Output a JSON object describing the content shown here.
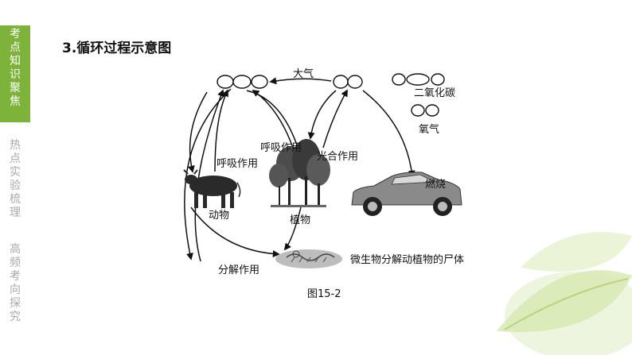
{
  "nav": {
    "item1": [
      "考",
      "点",
      "知",
      "识",
      "聚",
      "焦"
    ],
    "item2": [
      "热",
      "点",
      "实",
      "验",
      "梳",
      "理"
    ],
    "item3": [
      "高",
      "频",
      "考",
      "向",
      "探",
      "究"
    ]
  },
  "heading": "3.循环过程示意图",
  "diagram": {
    "atmosphere": "大气",
    "co2": "二氧化碳",
    "o2": "氧气",
    "respiration_animal": "呼吸作用",
    "respiration_plant": "呼吸作用",
    "photosynthesis": "光合作用",
    "animal": "动物",
    "plant": "植物",
    "combustion": "燃烧",
    "decomposition": "分解作用",
    "microbe": "微生物分解动植物的尸体"
  },
  "caption": "图15-2",
  "colors": {
    "nav_active": "#7db33a",
    "nav_inactive": "#a9a9a9"
  }
}
